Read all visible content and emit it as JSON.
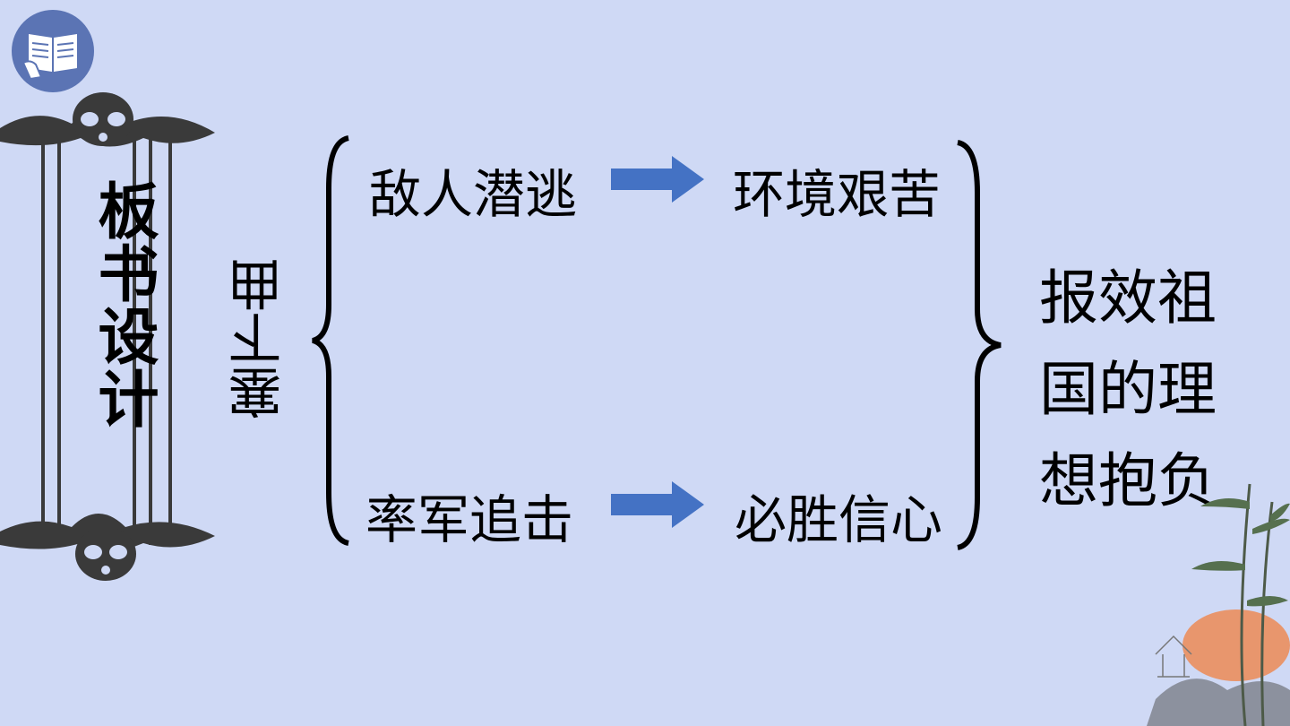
{
  "colors": {
    "background": "#cfd9f5",
    "arrow": "#4472c4",
    "scroll_frame": "#3a3a3a",
    "icon_circle": "#5b74b4"
  },
  "icons": {
    "book": "book-icon",
    "bamboo": "bamboo-decoration"
  },
  "scroll": {
    "title": "板书设计"
  },
  "diagram": {
    "topic": "塞下曲",
    "top_left": "敌人潜逃",
    "top_right": "环境艰苦",
    "bottom_left": "率军追击",
    "bottom_right": "必胜信心",
    "conclusion_lines": [
      "报效祖",
      "国的理",
      "想抱负"
    ]
  }
}
